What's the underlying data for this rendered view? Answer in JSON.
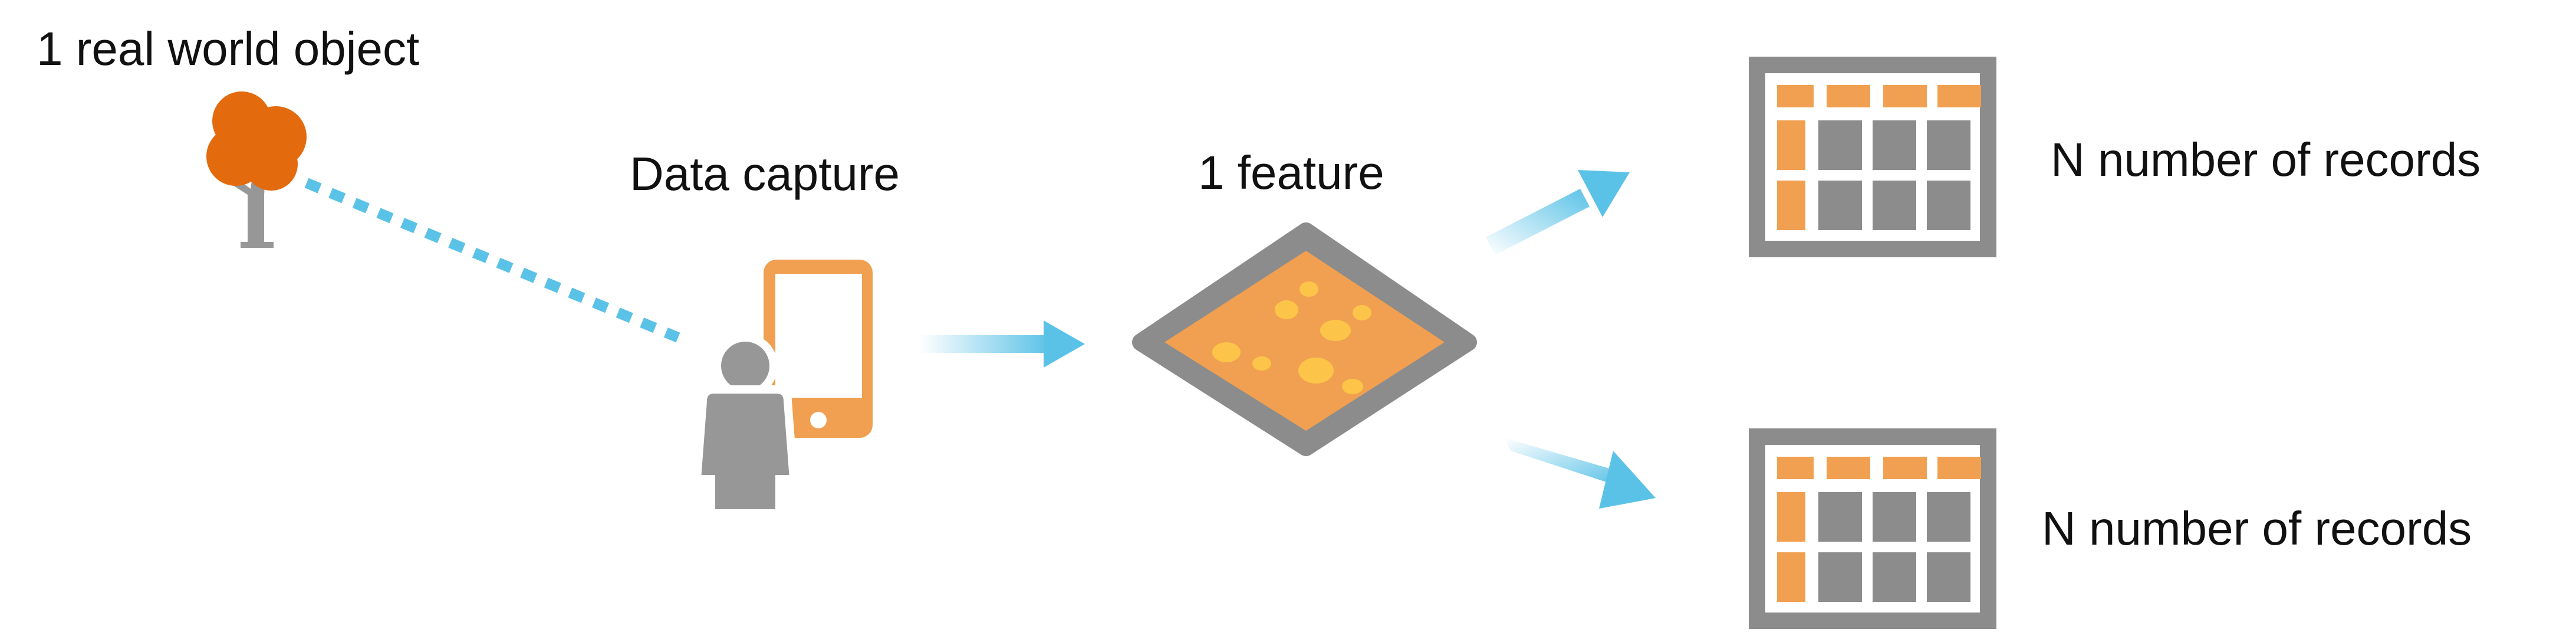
{
  "labels": {
    "real_world_object": "1 real world object",
    "data_capture": "Data capture",
    "feature": "1 feature",
    "records_top": "N number of records",
    "records_bottom": "N number of records"
  },
  "icons": {
    "tree": "tree-icon",
    "person": "person-icon",
    "mobile_device": "mobile-device-icon",
    "feature": "feature-polygon-icon",
    "table_top": "table-icon",
    "table_bottom": "table-icon"
  },
  "colors": {
    "orange_dark": "#E46A0E",
    "orange": "#F0A050",
    "yellow": "#FCC54A",
    "gray": "#979797",
    "gray_dark": "#8C8C8C",
    "blue": "#5BC2E7",
    "text": "#111111"
  }
}
